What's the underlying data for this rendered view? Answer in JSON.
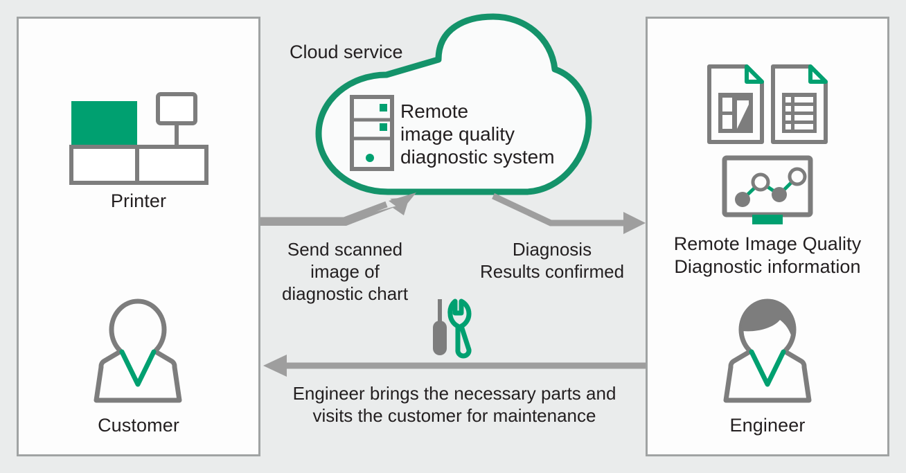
{
  "diagram": {
    "background_color": "#eaecec",
    "accent_green": "#14936a",
    "gray": "#7d7d7d",
    "arrow_gray": "#9e9e9e",
    "panel_border": "#a0a3a3",
    "text_color": "#231f20"
  },
  "cloud": {
    "label": "Cloud service",
    "title": "Remote\nimage quality\ndiagnostic system",
    "server_icon": "server-icon"
  },
  "left_panel": {
    "printer_label": "Printer",
    "printer_icon": "printer-icon",
    "customer_label": "Customer",
    "customer_icon": "person-icon"
  },
  "right_panel": {
    "documents_label": "Remote Image Quality\nDiagnostic information",
    "document_chart_icon": "document-chart-icon",
    "document_list_icon": "document-list-icon",
    "monitor_icon": "monitor-chart-icon",
    "engineer_label": "Engineer",
    "engineer_icon": "person-icon"
  },
  "arrows": {
    "send_label": "Send scanned\nimage of\ndiagnostic chart",
    "diagnosis_label": "Diagnosis\nResults confirmed",
    "maintenance_label": "Engineer brings the necessary parts and\nvisits the customer for maintenance",
    "tools_icon": "screwdriver-wrench-icon"
  }
}
